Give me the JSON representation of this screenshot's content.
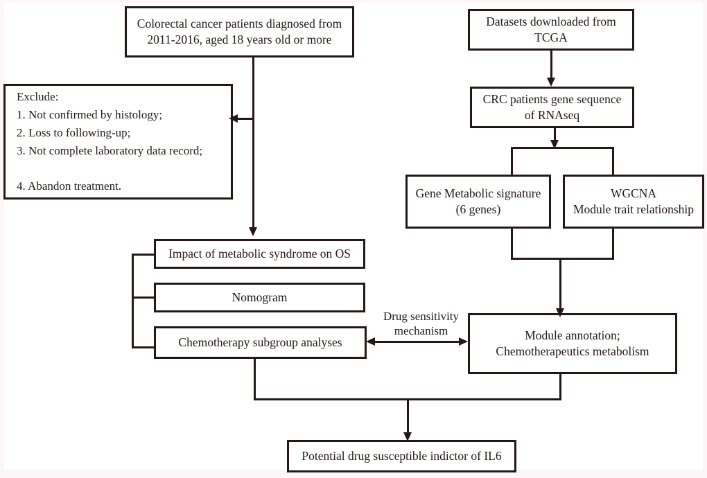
{
  "figure": {
    "type": "flowchart",
    "title": "Study workflow for metabolic syndrome and CRC drug susceptibility analysis",
    "background_color": "#fdf6f8",
    "canvas_color": "#ffffff",
    "line_color": "#231815"
  },
  "nodes": {
    "cohort": {
      "label": "Colorectal cancer patients diagnosed from\n2011-2016, aged 18 years old or more"
    },
    "exclude": {
      "label": "Exclude:\n1. Not confirmed by histology;\n2. Loss to following-up;\n3. Not complete laboratory  data record;\n\n4. Abandon treatment."
    },
    "datasets": {
      "label": "Datasets downloaded from\nTCGA"
    },
    "rnaseq": {
      "label": "CRC patients gene sequence\nof RNAseq"
    },
    "gene_signature": {
      "label": "Gene Metabolic signature\n(6 genes)"
    },
    "wgcna": {
      "label": "WGCNA\nModule trait relationship"
    },
    "impact_os": {
      "label": "Impact of metabolic syndrome on OS"
    },
    "nomogram": {
      "label": "Nomogram"
    },
    "chemo_subgroup": {
      "label": "Chemotherapy subgroup analyses"
    },
    "module_annotation": {
      "label": "Module annotation;\nChemotherapeutics metabolism"
    },
    "outcome": {
      "label": "Potential drug susceptible indictor of  IL6"
    }
  },
  "edges": {
    "drug_sensitivity": {
      "label": "Drug sensitivity\nmechanism"
    }
  }
}
